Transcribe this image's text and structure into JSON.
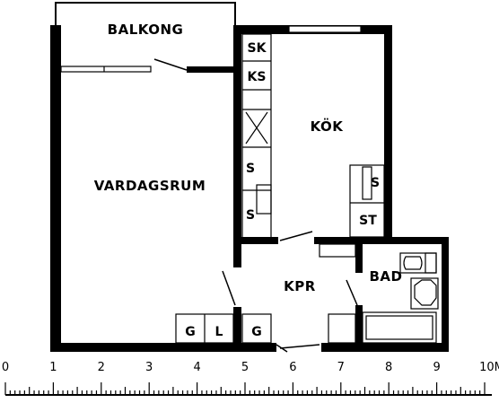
{
  "rooms": {
    "balcony": "BALKONG",
    "living": "VARDAGSRUM",
    "kitchen": "KÖK",
    "hall": "KPR",
    "bath": "BAD"
  },
  "fixtures": {
    "sk": "SK",
    "ks": "KS",
    "s1": "S",
    "s2": "S",
    "s3": "S",
    "st": "ST",
    "g1": "G",
    "l": "L",
    "g2": "G"
  },
  "scale": {
    "ticks": [
      "0",
      "1",
      "2",
      "3",
      "4",
      "5",
      "6",
      "7",
      "8",
      "9"
    ],
    "last": "10M"
  }
}
